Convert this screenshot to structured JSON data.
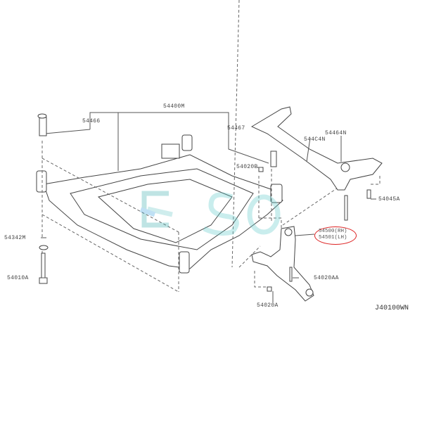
{
  "diagram": {
    "code": "J40100WN",
    "labels": {
      "frame": "54400M",
      "bolt_left": "54466",
      "bolt_right": "54467",
      "nut": "54020B",
      "stabilizer": "544C4N",
      "bushing": "54464N",
      "stab_bolt": "54045A",
      "arm_rh": "54500(RH)",
      "arm_lh": "54501(LH)",
      "arm_bolt": "54020AA",
      "arm_bolt2": "54020A",
      "washer": "54342M",
      "long_bolt": "54010A"
    },
    "highlight_color": "#dd2222"
  }
}
